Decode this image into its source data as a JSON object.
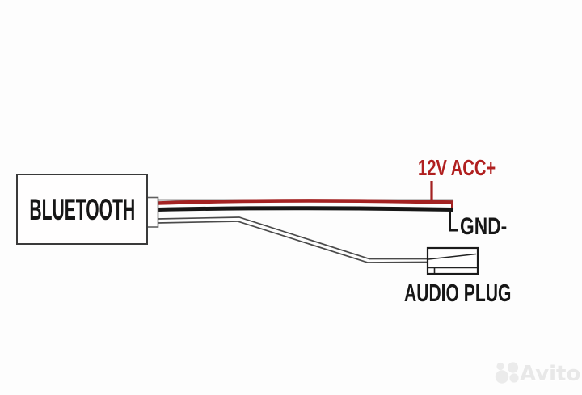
{
  "page": {
    "background": "#fdfdfd"
  },
  "diagram": {
    "device_label": "BLUETOOTH",
    "power_label": "12V ACC+",
    "ground_label": "GND-",
    "audio_label": "AUDIO PLUG",
    "colors": {
      "power_wire_red": "#a32222",
      "power_label_red": "#b01f1f",
      "ground_wire_black": "#161616",
      "audio_cable_gray": "#4a4a4a",
      "box_outline": "#3a3a3a",
      "watermark_gray": "#e9e9e9"
    }
  },
  "watermark": {
    "brand": "Avito"
  }
}
